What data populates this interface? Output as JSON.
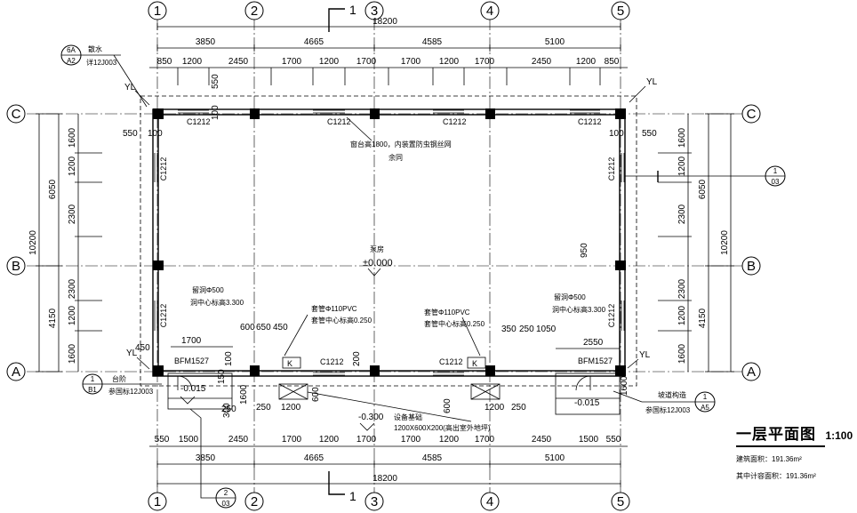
{
  "axes": {
    "columns": [
      "1",
      "2",
      "3",
      "4",
      "5"
    ],
    "rows": [
      "C",
      "B",
      "A"
    ]
  },
  "dimensions": {
    "top_total": "18200",
    "top_bays": [
      "3850",
      "4665",
      "4585",
      "5100"
    ],
    "top_details": [
      "850",
      "1200",
      "2450",
      "1700",
      "1200",
      "1700",
      "1700",
      "1200",
      "1700",
      "2450",
      "1200",
      "850"
    ],
    "bottom_total": "18200",
    "bottom_bays": [
      "3850",
      "4665",
      "4585",
      "5100"
    ],
    "bottom_details": [
      "550",
      "1500",
      "2450",
      "1700",
      "1200",
      "1700",
      "1700",
      "1200",
      "1700",
      "2450",
      "1500",
      "550"
    ],
    "left_total": "10200",
    "left_bays": [
      "6050",
      "4150"
    ],
    "left_details": [
      "1600",
      "1200",
      "2300",
      "2300",
      "1200",
      "1600"
    ],
    "right_total": "10200",
    "right_bays": [
      "6050",
      "4150"
    ],
    "right_details": [
      "1600",
      "1200",
      "2300",
      "2300",
      "1200",
      "1600"
    ],
    "misc": {
      "d550_tl": "550",
      "d100_tl": "100",
      "d550_l": "550",
      "d100_l": "100",
      "d100_r": "100",
      "d550_r": "550",
      "d950": "950",
      "d450": "450",
      "d1700_steps": "1700",
      "d2550": "2550",
      "d600": "600",
      "d650": "650",
      "d450b": "450",
      "d350": "350",
      "d250a": "250",
      "d1050": "1050",
      "d250b": "250",
      "d1200a": "1200",
      "d600b": "600",
      "d250c": "250",
      "d1200b": "1200",
      "d600c": "600",
      "d250d": "250",
      "d300": "300",
      "d1600": "1600",
      "d150": "150",
      "d200": "200",
      "d550v": "550"
    }
  },
  "windows": {
    "label": "C1212"
  },
  "doors": {
    "label": "BFM1527"
  },
  "callouts": {
    "ref_6a": {
      "num": "6A",
      "sheet": "A2"
    },
    "ref_1_b1": {
      "num": "1",
      "sheet": "B1"
    },
    "ref_1_03": {
      "num": "1",
      "sheet": "03"
    },
    "ref_2_03": {
      "num": "2",
      "sheet": "03"
    },
    "ref_1_a5": {
      "num": "1",
      "sheet": "A5"
    },
    "section_mark": "1"
  },
  "labels": {
    "yl": "YL",
    "room": "泵房",
    "level_main": "±0.000",
    "level_left": "-0.015",
    "level_right": "-0.015",
    "level_mid": "-0.300",
    "gutter_title": "散水",
    "gutter_ref": "详12J003",
    "steps_title": "台阶",
    "steps_ref": "参国标12J003",
    "ramp_title": "坡道构造",
    "ramp_ref": "参国标12J003",
    "hole1_a": "留洞Φ500",
    "hole1_b": "洞中心标高3.300",
    "hole2_a": "留洞Φ500",
    "hole2_b": "洞中心标高3.300",
    "pipe1_a": "套管Φ110PVC",
    "pipe1_b": "套管中心标高0.250",
    "pipe2_a": "套管Φ110PVC",
    "pipe2_b": "套管中心标高0.250",
    "mesh_a": "窗台高1800，内装置防虫钢丝网",
    "mesh_b": "余同",
    "equip_a": "设备基础",
    "equip_b": "1200X600X200(高出室外地坪)",
    "k": "K"
  },
  "title_block": {
    "title": "一层平面图",
    "scale": "1:100",
    "area_building": "建筑面积：191.36m²",
    "area_counted": "其中计容面积：191.36m²"
  }
}
